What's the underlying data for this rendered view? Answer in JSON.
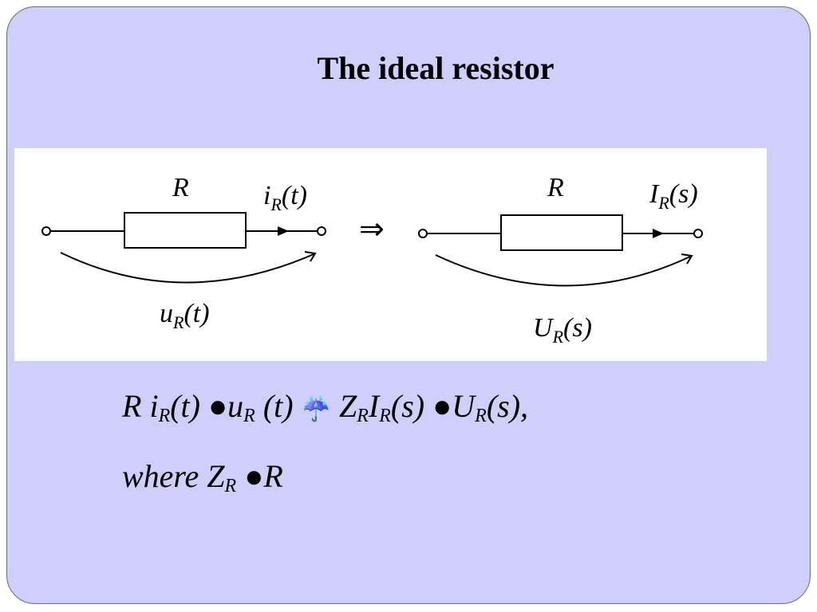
{
  "slide": {
    "title": "The ideal resistor"
  },
  "diagram": {
    "left": {
      "resistor_label": "R",
      "current_var": "i",
      "current_sub": "R",
      "current_arg": "(t)",
      "voltage_var": "u",
      "voltage_sub": "R",
      "voltage_arg": "(t)"
    },
    "arrow": "⇒",
    "right": {
      "resistor_label": "R",
      "current_var": "I",
      "current_sub": "R",
      "current_arg": "(s)",
      "voltage_var": "U",
      "voltage_sub": "R",
      "voltage_arg": "(s)"
    }
  },
  "equation1": {
    "r": "R",
    "i": "i",
    "i_sub": "R",
    "i_arg": "(t)",
    "bullet1": "●",
    "u": "u",
    "u_sub": "R",
    "u_arg": "(t)",
    "transform": "☔",
    "z": "Z",
    "z_sub": "R",
    "I": "I",
    "I_sub": "R",
    "I_arg": "(s)",
    "bullet2": "●",
    "U": "U",
    "U_sub": "R",
    "U_arg": "(s),"
  },
  "equation2": {
    "where": "where",
    "z": "Z",
    "z_sub": "R",
    "bullet": "●",
    "r": "R"
  }
}
